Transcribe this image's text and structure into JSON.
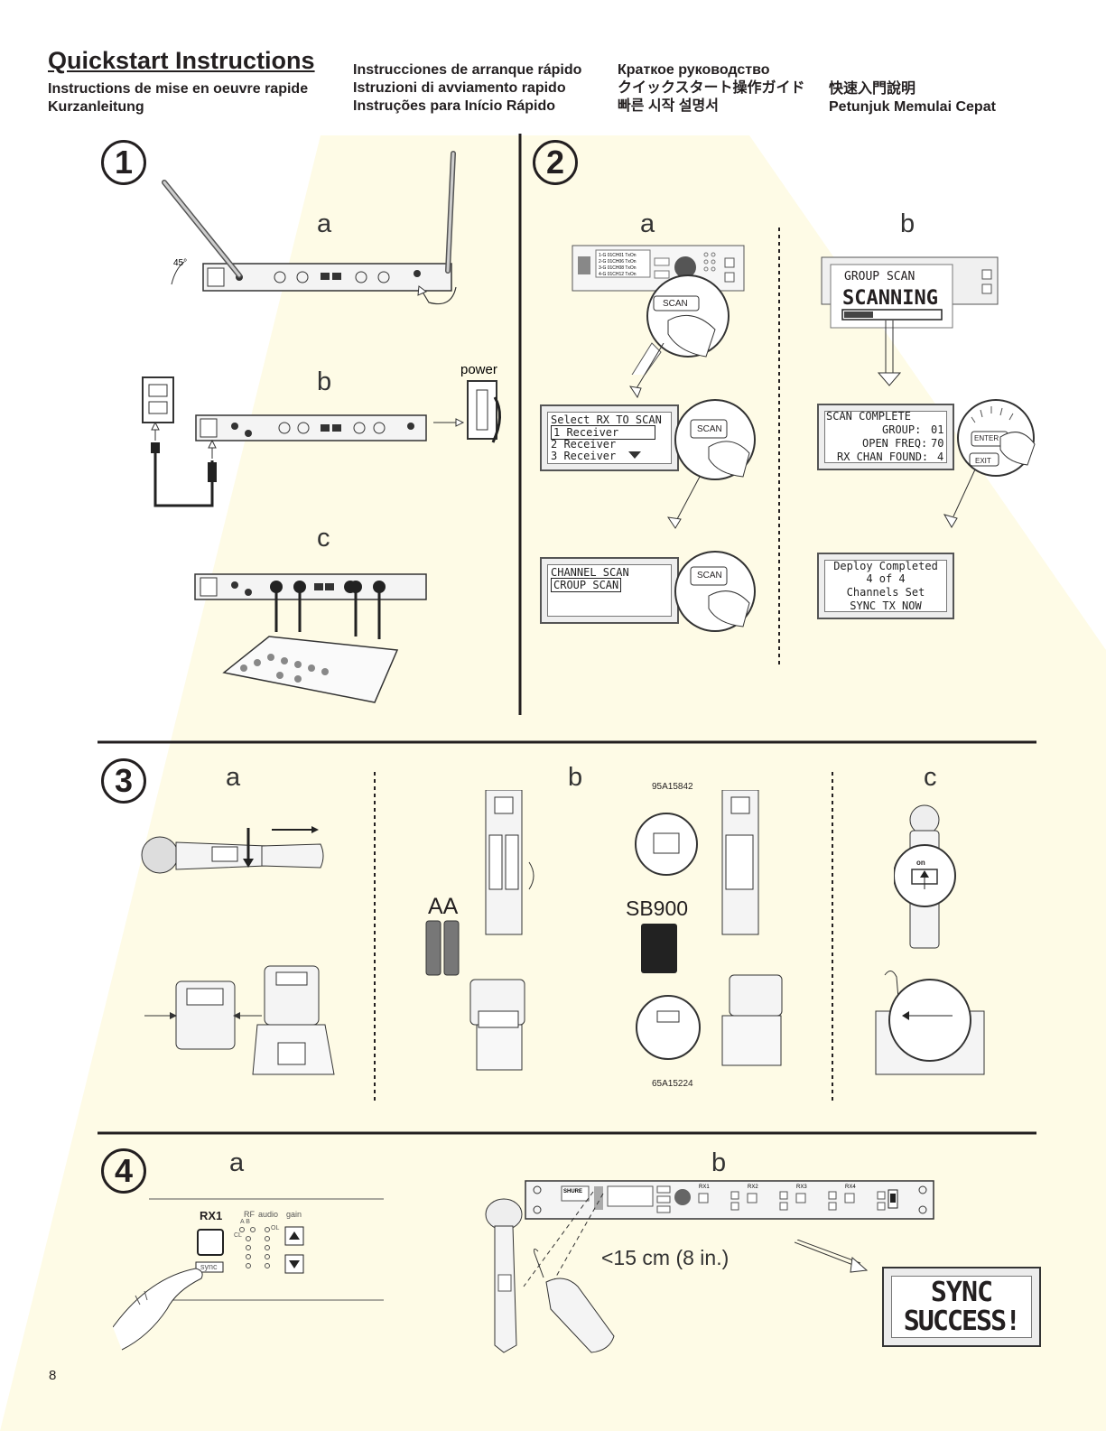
{
  "header": {
    "title": "Quickstart Instructions",
    "col1": [
      "Instructions de mise en oeuvre rapide",
      "Kurzanleitung"
    ],
    "col2": [
      "Instrucciones de arranque rápido",
      "Istruzioni di avviamento rapido",
      "Instruções para Início Rápido"
    ],
    "col3": [
      "Краткое руководство",
      "クイックスタート操作ガイド",
      "빠른 시작 설명서"
    ],
    "col4": [
      "快速入門說明",
      "Petunjuk Memulai Cepat"
    ]
  },
  "steps": {
    "s1": {
      "num": "1",
      "a": "a",
      "b": "b",
      "c": "c",
      "angle": "45°",
      "power": "power"
    },
    "s2": {
      "num": "2",
      "a": "a",
      "b": "b",
      "scan_btn": "SCAN",
      "enter_btn": "ENTER",
      "exit_btn": "EXIT",
      "select_rx": [
        "Select RX TO SCAN",
        "1 Receiver",
        "2 Receiver",
        "3 Receiver"
      ],
      "channel_scan": [
        "CHANNEL SCAN",
        "CROUP SCAN"
      ],
      "group_scan": "GROUP SCAN",
      "scanning": "SCANNING",
      "scan_complete": {
        "title": "SCAN COMPLETE",
        "group_label": "GROUP:",
        "group_value": "01",
        "freq_label": "OPEN FREQ:",
        "freq_value": "70",
        "found_label": "RX CHAN FOUND:",
        "found_value": "4"
      },
      "deploy": [
        "Deploy Completed",
        "4 of 4",
        "Channels Set",
        "SYNC TX NOW"
      ],
      "lcd_rows": [
        "1-G 01CH01  TxOn",
        "2-G 01CH06  TxOn",
        "3-G 01CH08  TxOn",
        "4-G 01CH12  TxOn"
      ]
    },
    "s3": {
      "num": "3",
      "a": "a",
      "b": "b",
      "c": "c",
      "aa": "AA",
      "sb900": "SB900",
      "part1": "95A15842",
      "part2": "65A15224",
      "on": "on"
    },
    "s4": {
      "num": "4",
      "a": "a",
      "b": "b",
      "rx1": "RX1",
      "rf": "RF",
      "audio": "audio",
      "gain": "gain",
      "ab": "A   B",
      "ol": "OL",
      "cl": "CL",
      "sync": "sync",
      "distance": "<15 cm (8 in.)",
      "success": [
        "SYNC",
        "SUCCESS!"
      ],
      "rx_labels": [
        "RX1",
        "RX2",
        "RX3",
        "RX4"
      ],
      "brand": "SHURE"
    }
  },
  "page_number": "8",
  "colors": {
    "ink": "#231f20",
    "bg_shape": "#fefbe8"
  }
}
